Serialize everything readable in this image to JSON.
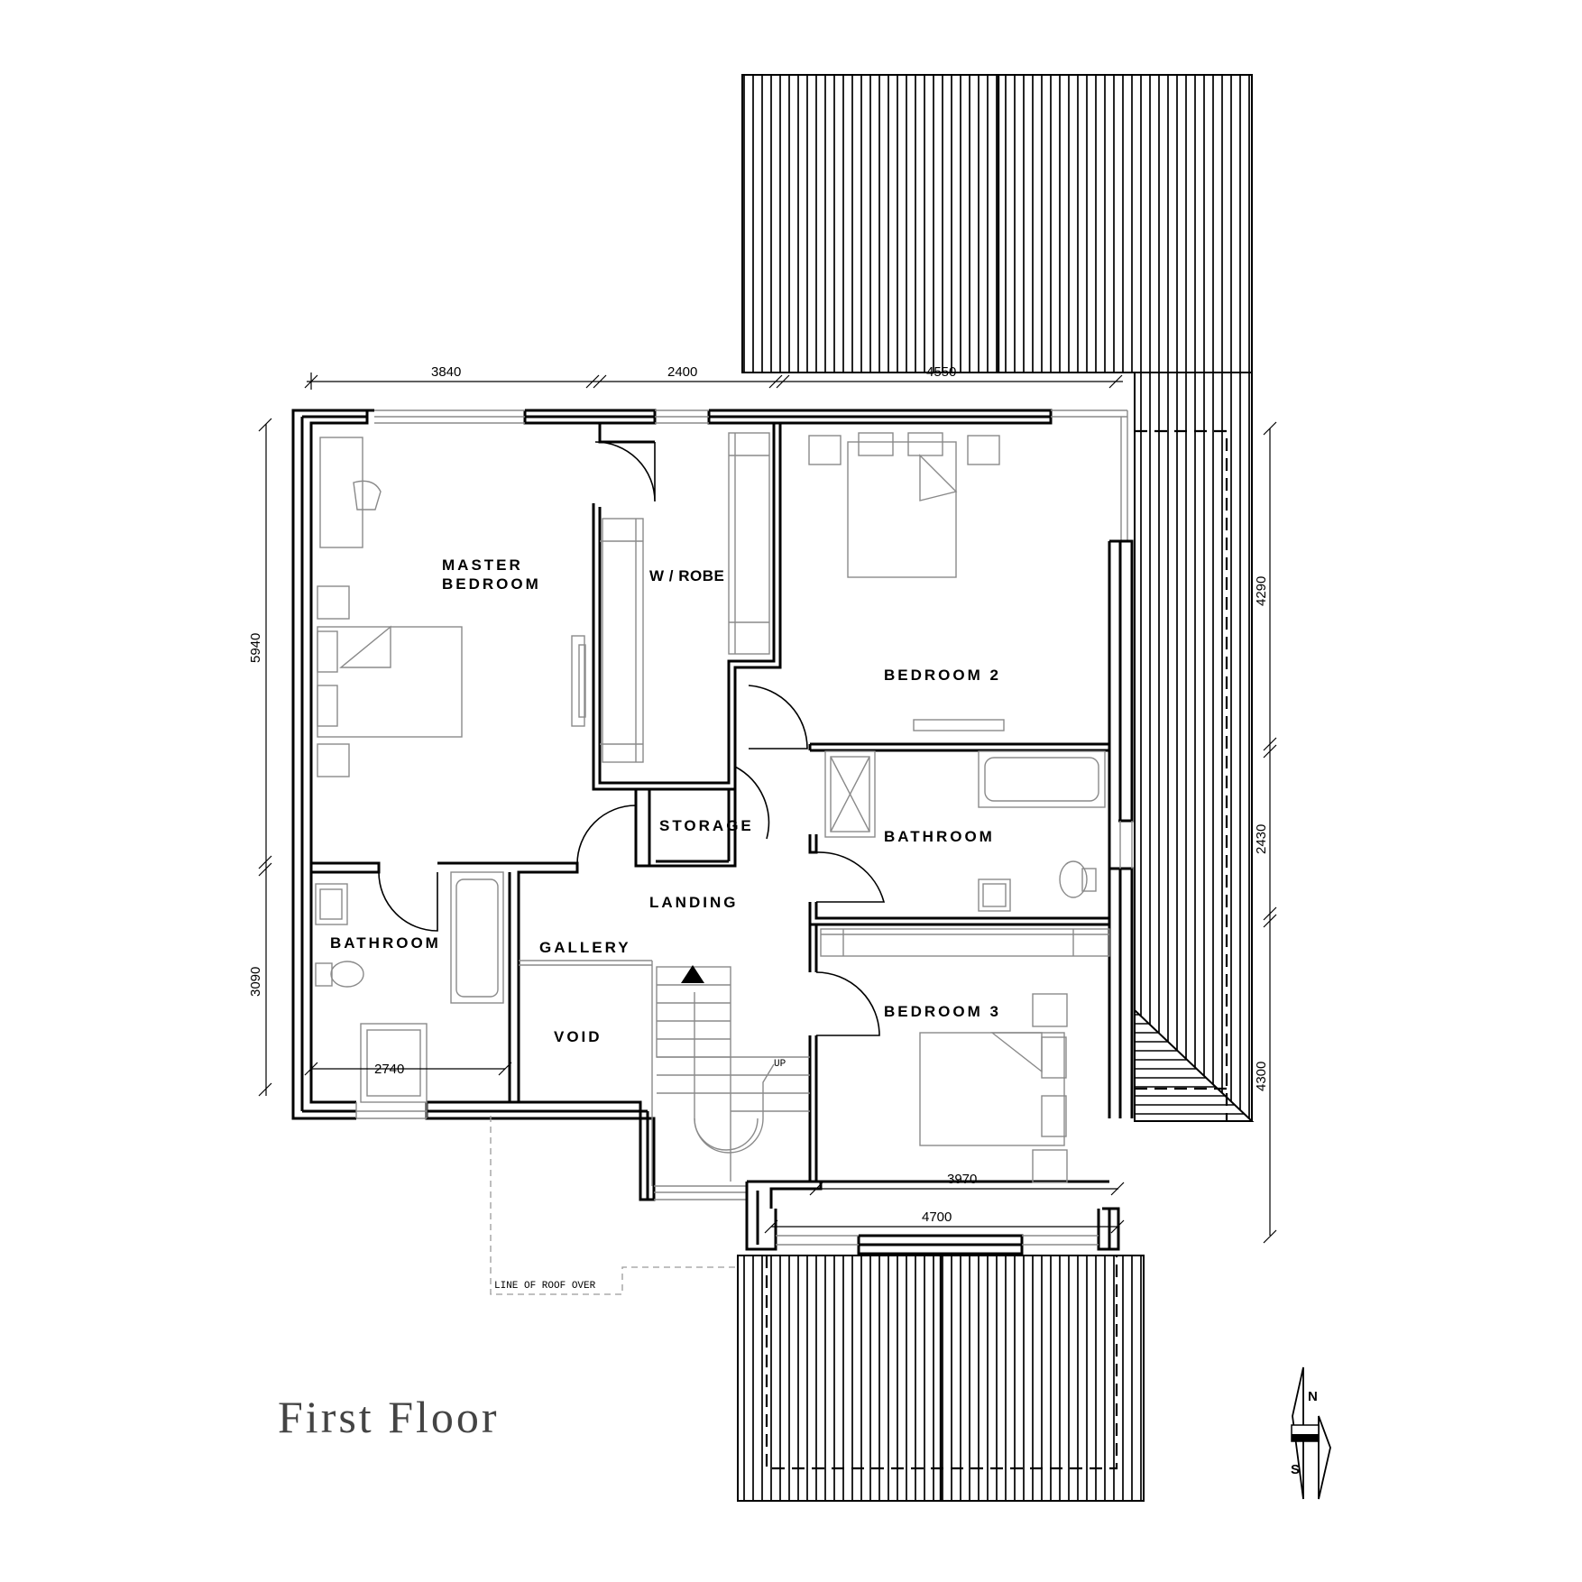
{
  "drawing_title": "First Floor",
  "rooms": {
    "master_bedroom_line1": "MASTER",
    "master_bedroom_line2": "BEDROOM",
    "wrobe": "W / ROBE",
    "bedroom2": "BEDROOM 2",
    "storage": "STORAGE",
    "bathroom_east": "BATHROOM",
    "landing": "LANDING",
    "gallery": "GALLERY",
    "bathroom_west": "BATHROOM",
    "void": "VOID",
    "bedroom3": "BEDROOM 3"
  },
  "stair_label": "UP",
  "roof_note": "LINE OF ROOF OVER",
  "dimensions": {
    "top_1": "3840",
    "top_2": "2400",
    "top_3": "4550",
    "left_1": "5940",
    "left_2": "3090",
    "right_1": "4290",
    "right_2": "2430",
    "right_3": "4300",
    "bath_width": "2740",
    "bed3_width": "3970",
    "balcony_width": "4700"
  },
  "compass": {
    "north": "N",
    "south": "S"
  }
}
